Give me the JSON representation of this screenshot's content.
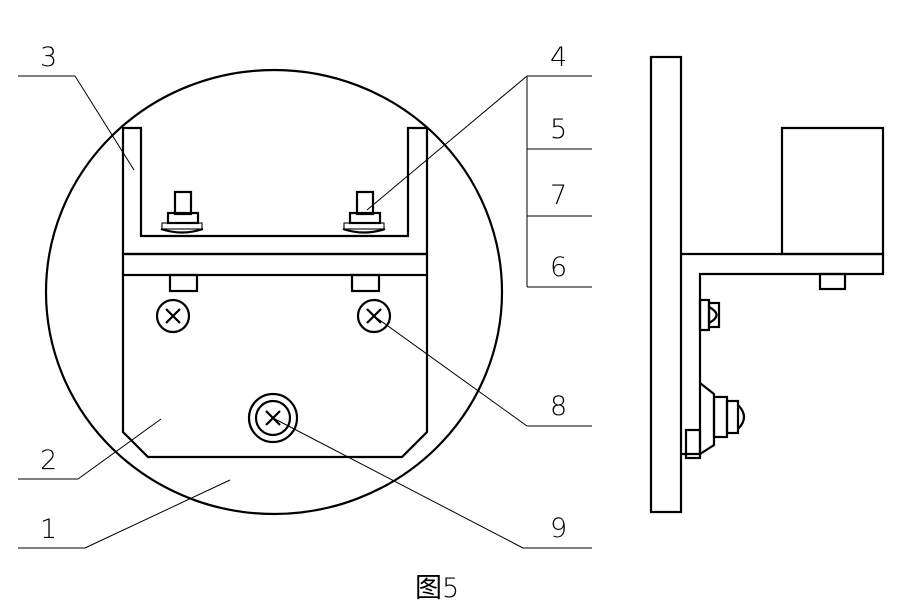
{
  "figure": {
    "caption": "图5",
    "callouts": [
      {
        "id": "1",
        "text": "1"
      },
      {
        "id": "2",
        "text": "2"
      },
      {
        "id": "3",
        "text": "3"
      },
      {
        "id": "4",
        "text": "4"
      },
      {
        "id": "5",
        "text": "5"
      },
      {
        "id": "6",
        "text": "6"
      },
      {
        "id": "7",
        "text": "7"
      },
      {
        "id": "8",
        "text": "8"
      },
      {
        "id": "9",
        "text": "9"
      }
    ]
  }
}
